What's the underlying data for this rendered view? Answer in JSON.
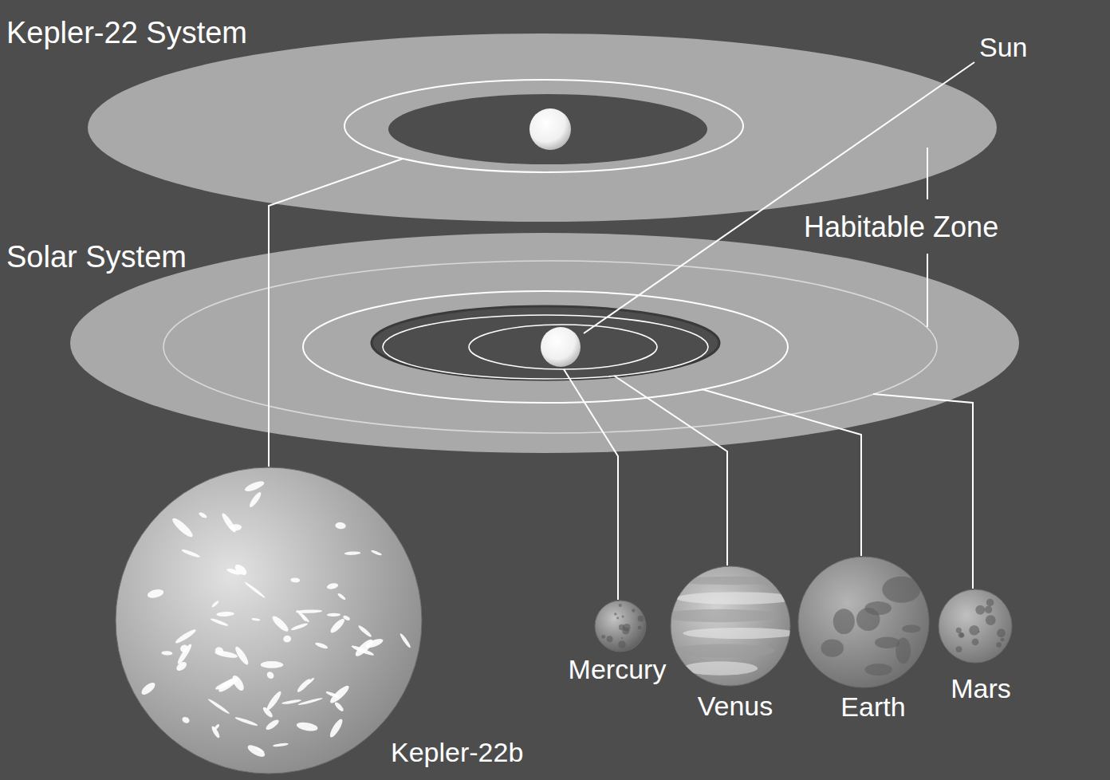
{
  "diagram": {
    "nodes": [
      {
        "text": [
          "Kepler-22b"
        ]
      },
      {
        "text": [
          "Mercury"
        ]
      },
      {
        "text": [
          "Venus"
        ]
      },
      {
        "text": [
          "Earth"
        ]
      },
      {
        "text": [
          "Mars"
        ]
      }
    ],
    "labels": [
      "Kepler-22 System",
      "Solar System",
      "Sun",
      "Habitable Zone"
    ]
  }
}
